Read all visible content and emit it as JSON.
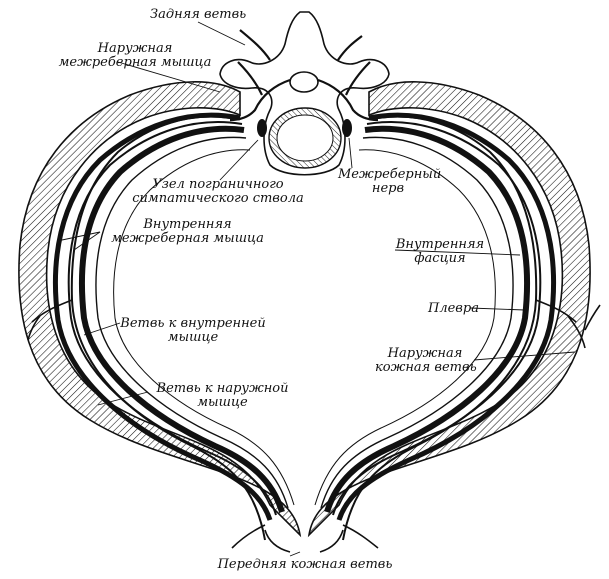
{
  "labels": {
    "posterior_branch": "Задняя ветвь",
    "external_intercostal_1": "Наружная",
    "external_intercostal_2": "межреберная мышца",
    "sympathetic_ganglion_1": "Узел пограничного",
    "sympathetic_ganglion_2": "симпатического ствола",
    "intercostal_nerve_1": "Межреберный",
    "intercostal_nerve_2": "нерв",
    "internal_intercostal_1": "Внутренняя",
    "internal_intercostal_2": "межреберная мышца",
    "internal_fascia_1": "Внутренняя",
    "internal_fascia_2": "фасция",
    "pleura": "Плевра",
    "branch_internal_1": "Ветвь к внутренней",
    "branch_internal_2": "мышце",
    "lateral_cutaneous_1": "Наружная",
    "lateral_cutaneous_2": "кожная ветвь",
    "branch_external_1": "Ветвь к наружной",
    "branch_external_2": "мышце",
    "anterior_cutaneous": "Передняя кожная ветвь"
  },
  "colors": {
    "ink": "#111111",
    "background": "#ffffff"
  }
}
